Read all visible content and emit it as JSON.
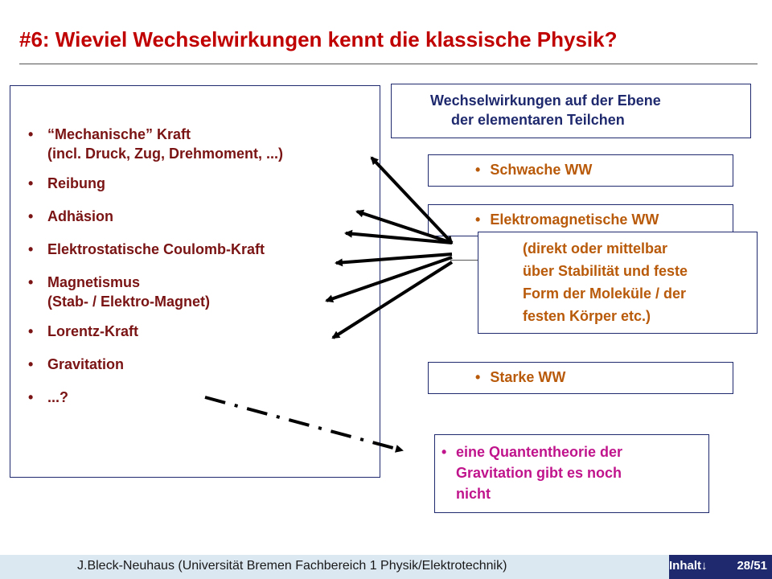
{
  "title": "#6: Wieviel Wechselwirkungen kennt die klassische Physik?",
  "forces": [
    {
      "line1": "“Mechanische” Kraft",
      "line2": "(incl. Druck, Zug, Drehmoment, ...)"
    },
    {
      "line1": "Reibung"
    },
    {
      "line1": "Adhäsion"
    },
    {
      "line1": "Elektrostatische Coulomb-Kraft"
    },
    {
      "line1": "Magnetismus",
      "line2": "(Stab- / Elektro-Magnet)"
    },
    {
      "line1": "Lorentz-Kraft"
    },
    {
      "line1": "Gravitation"
    },
    {
      "line1": "...?"
    }
  ],
  "bullet": "•",
  "interactions_header": {
    "line1": "Wechselwirkungen auf der Ebene",
    "line2": "der elementaren Teilchen"
  },
  "weak": "Schwache WW",
  "em": "Elektromagnetische WW",
  "em_detail": [
    "(direkt oder mittelbar",
    "über Stabilität und feste",
    "Form der Moleküle / der",
    "festen Körper etc.)"
  ],
  "strong": "Starke WW",
  "gravity_note": [
    "eine Quantentheorie der",
    "Gravitation gibt es noch",
    "nicht"
  ],
  "footer": {
    "author": "J.Bleck-Neuhaus (Universität Bremen Fachbereich 1 Physik/Elektrotechnik)",
    "nav_label": "Inhalt↓",
    "page": "28/51"
  },
  "colors": {
    "title": "#c00000",
    "forces": "#7a1414",
    "header": "#1f2a6e",
    "ww": "#b85a0a",
    "gravity": "#c0148c",
    "footer_bg": "#dbe7f1",
    "nav_bg": "#1f2a6e"
  }
}
